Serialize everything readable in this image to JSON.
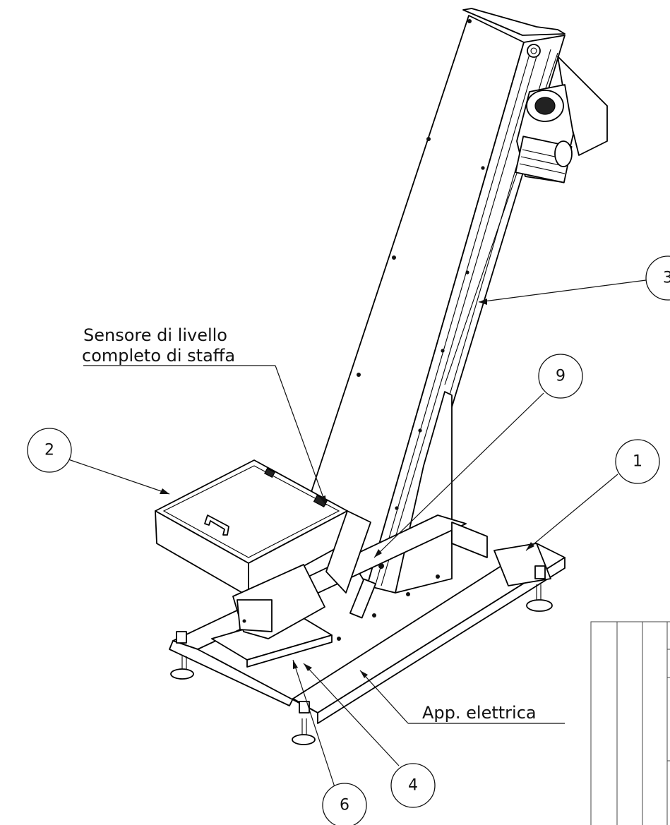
{
  "balloons": [
    {
      "id": "balloon-1",
      "label": "1"
    },
    {
      "id": "balloon-2",
      "label": "2"
    },
    {
      "id": "balloon-3",
      "label": "3"
    },
    {
      "id": "balloon-4",
      "label": "4"
    },
    {
      "id": "balloon-6",
      "label": "6"
    },
    {
      "id": "balloon-9",
      "label": "9"
    }
  ],
  "notes": {
    "level_sensor_line1": "Sensore di livello",
    "level_sensor_line2": "completo di staffa",
    "electrical": "App. elettrica"
  }
}
